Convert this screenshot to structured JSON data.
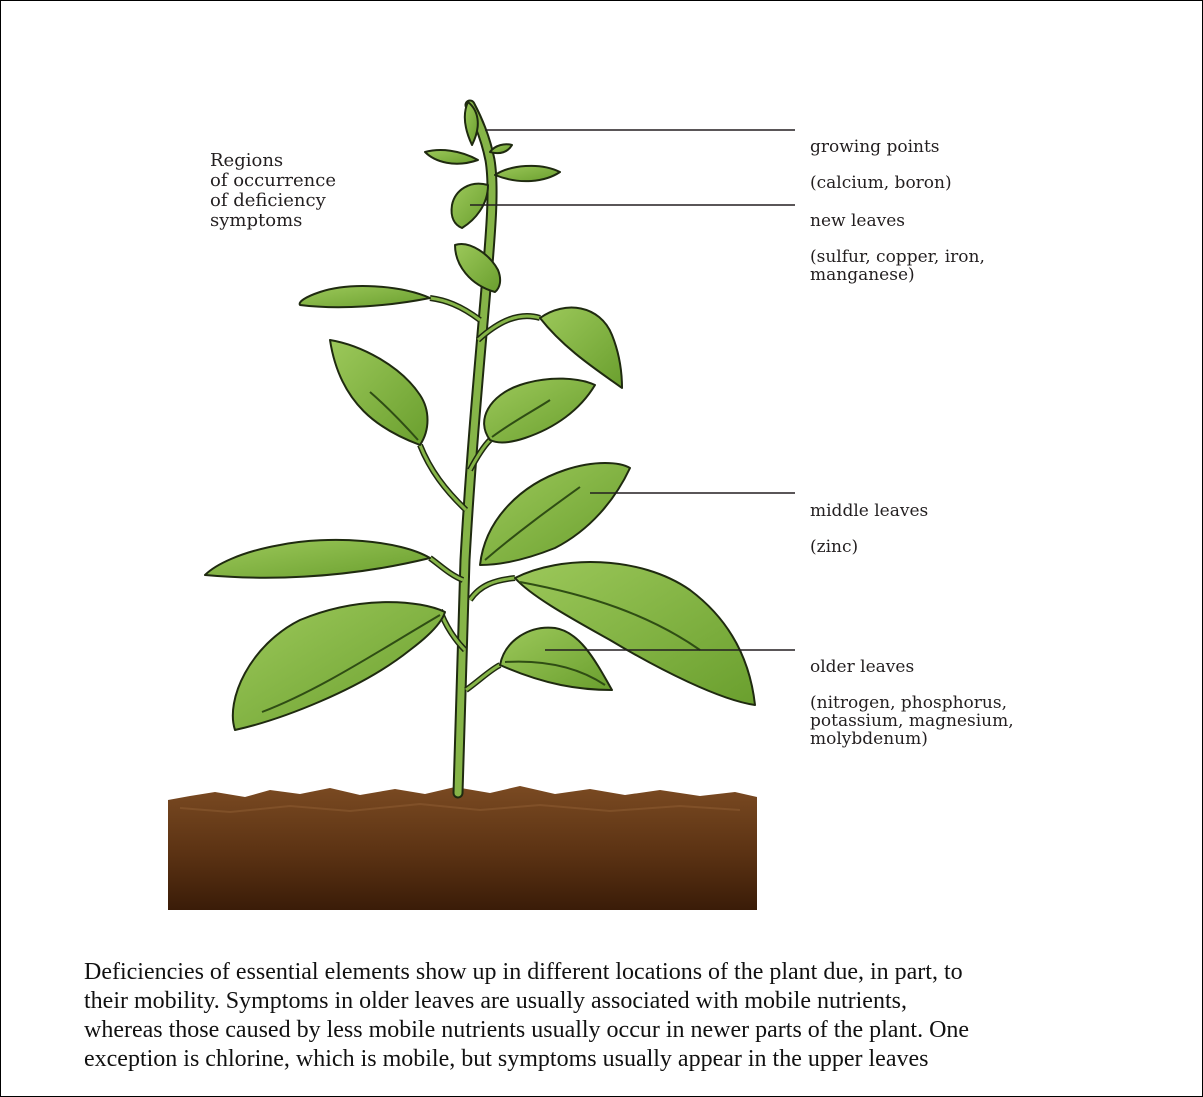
{
  "diagram": {
    "heading": "Regions\nof occurrence\nof deficiency\nsymptoms",
    "callouts": [
      {
        "key": "growing",
        "title": "growing points",
        "detail": "(calcium, boron)"
      },
      {
        "key": "new",
        "title": "new leaves",
        "detail": "(sulfur, copper, iron,\nmanganese)"
      },
      {
        "key": "middle",
        "title": "middle leaves",
        "detail": "(zinc)"
      },
      {
        "key": "older",
        "title": "older leaves",
        "detail": "(nitrogen, phosphorus,\npotassium, magnesium,\nmolybdenum)"
      }
    ],
    "colors": {
      "leaf": "#7fb13c",
      "leaf_light": "#a9cf6a",
      "leaf_dark": "#4f7d22",
      "outline": "#1f2a10",
      "soil_top": "#7a4a22",
      "soil_bottom": "#3a1c08"
    }
  },
  "caption": "Deficiencies of essential elements show up in different locations of the plant due, in part, to\ntheir mobility. Symptoms in older leaves are usually associated with mobile nutrients,\nwhereas those caused by less mobile nutrients usually occur in newer parts of the plant. One\nexception is chlorine, which is mobile, but symptoms usually appear in the upper leaves"
}
